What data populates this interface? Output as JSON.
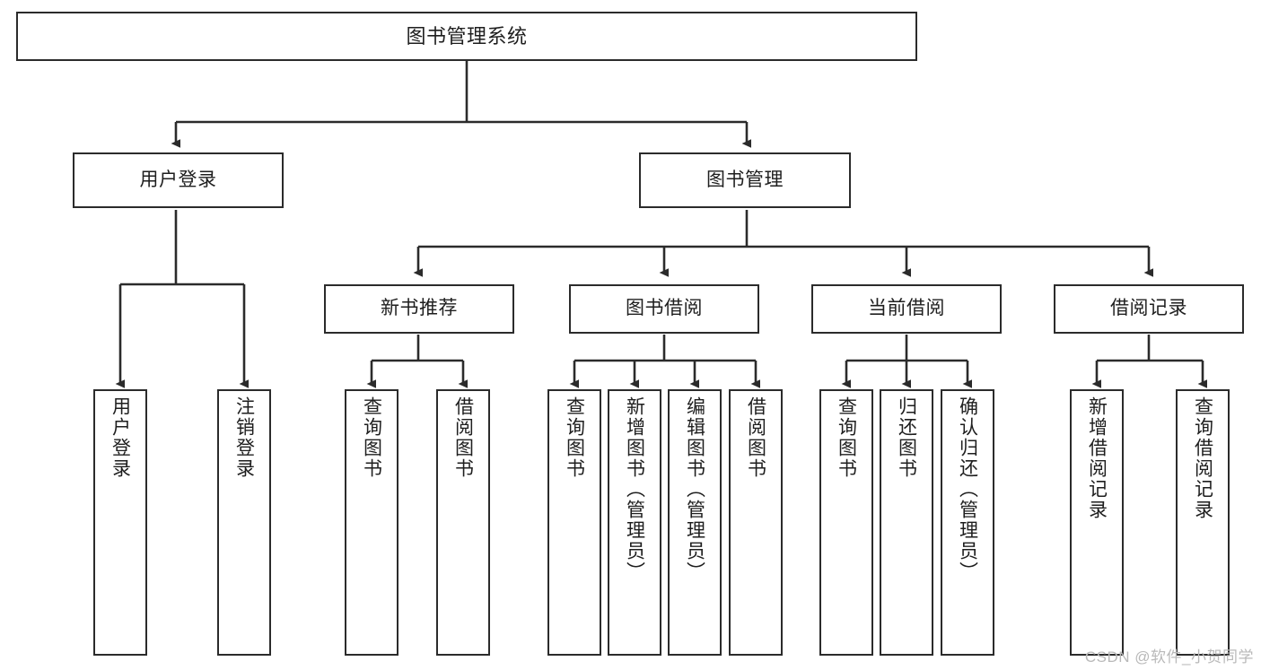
{
  "diagram": {
    "title": "图书管理系统",
    "type": "tree-hierarchy-chart",
    "watermark": "CSDN @软件_小贺同学",
    "colors": {
      "stroke": "#2b2b2b",
      "fill": "#ffffff",
      "text": "#1e1e1e",
      "watermark": "#b9b9b9"
    },
    "nodes": {
      "root": {
        "label": "图书管理系统"
      },
      "level2": [
        {
          "id": "user-login",
          "label": "用户登录"
        },
        {
          "id": "book-manage",
          "label": "图书管理"
        }
      ],
      "level3": [
        {
          "id": "new-book-recommend",
          "label": "新书推荐"
        },
        {
          "id": "book-borrow",
          "label": "图书借阅"
        },
        {
          "id": "current-borrow",
          "label": "当前借阅"
        },
        {
          "id": "borrow-record",
          "label": "借阅记录"
        }
      ],
      "leaves": [
        {
          "id": "leaf-user-login",
          "label": "用户登录",
          "parent": "user-login"
        },
        {
          "id": "leaf-logout-login",
          "label": "注销登录",
          "parent": "user-login"
        },
        {
          "id": "leaf-query-book-1",
          "label": "查询图书",
          "parent": "new-book-recommend"
        },
        {
          "id": "leaf-borrow-book-1",
          "label": "借阅图书",
          "parent": "new-book-recommend"
        },
        {
          "id": "leaf-query-book-2",
          "label": "查询图书",
          "parent": "book-borrow"
        },
        {
          "id": "leaf-add-book",
          "label": "新增图书（管理员）",
          "parent": "book-borrow"
        },
        {
          "id": "leaf-edit-book",
          "label": "编辑图书（管理员）",
          "parent": "book-borrow"
        },
        {
          "id": "leaf-borrow-book-2",
          "label": "借阅图书",
          "parent": "book-borrow"
        },
        {
          "id": "leaf-query-book-3",
          "label": "查询图书",
          "parent": "current-borrow"
        },
        {
          "id": "leaf-return-book",
          "label": "归还图书",
          "parent": "current-borrow"
        },
        {
          "id": "leaf-confirm-return",
          "label": "确认归还（管理员）",
          "parent": "current-borrow"
        },
        {
          "id": "leaf-add-record",
          "label": "新增借阅记录",
          "parent": "borrow-record"
        },
        {
          "id": "leaf-query-record",
          "label": "查询借阅记录",
          "parent": "borrow-record"
        }
      ]
    }
  }
}
